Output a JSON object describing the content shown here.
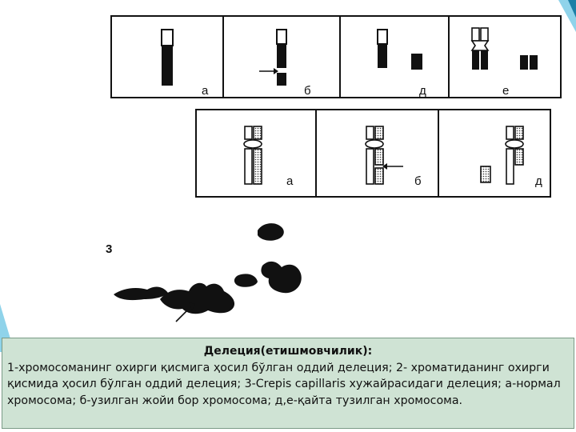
{
  "colors": {
    "accent_light": "#8fd3ea",
    "accent_dark": "#1d7fa6",
    "caption_bg": "#cfe3d4"
  },
  "figure1": {
    "labels": [
      "а",
      "б",
      "д",
      "е"
    ]
  },
  "figure2": {
    "labels": [
      "а",
      "б",
      "д"
    ]
  },
  "figure3": {
    "number": "3"
  },
  "caption": {
    "title": "Делеция(етишмовчилик):",
    "body": "1-хромосоманинг охирги қисмига ҳосил бўлган оддий делеция; 2- хроматиданинг охирги қисмида ҳосил бўлган оддий делеция;  3-Crepis capillaris хужайрасидаги делеция; а-нормал хромосома; б-узилган жойи бор хромосома; д,е-қайта тузилган хромосома."
  }
}
